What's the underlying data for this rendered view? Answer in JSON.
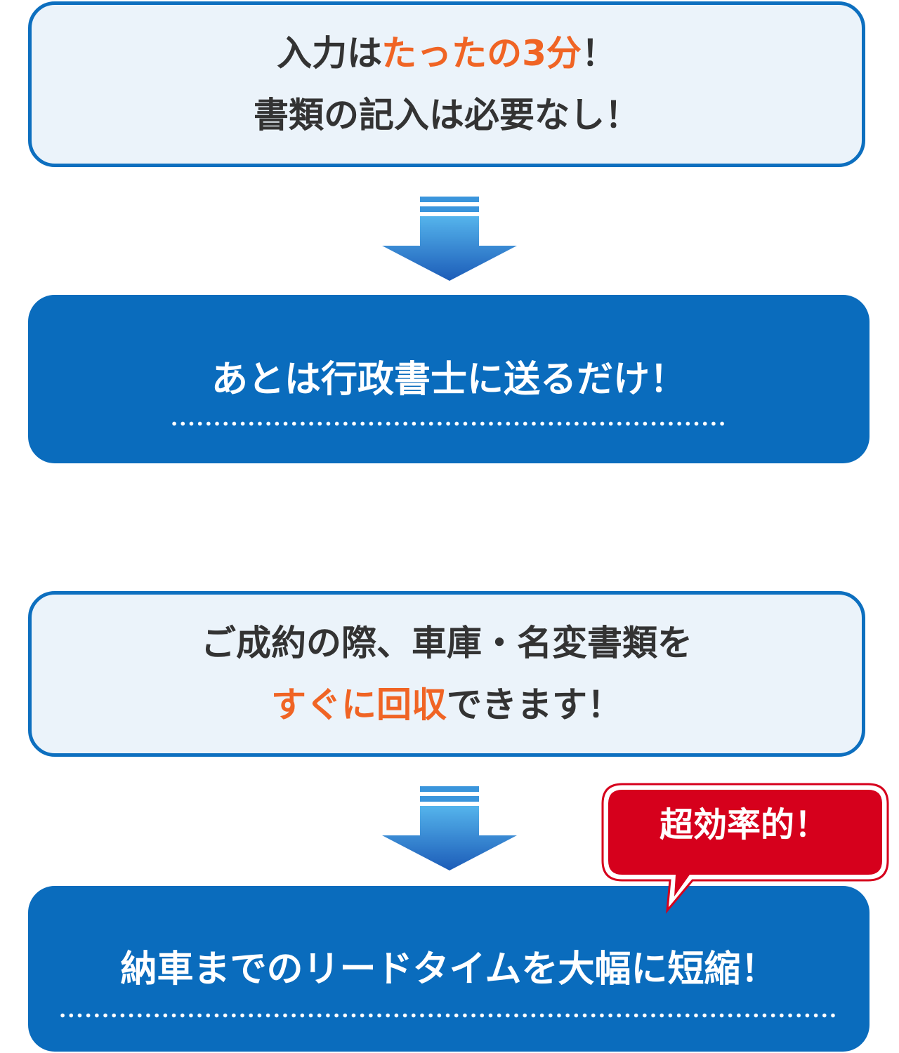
{
  "step1": {
    "line1_prefix": "入力は",
    "line1_highlight": "たったの3分",
    "line1_suffix": "！",
    "line2": "書類の記入は必要なし！"
  },
  "step2": {
    "text": "あとは行政書士に送るだけ！"
  },
  "step3": {
    "line1": "ご成約の際、車庫・名変書類を",
    "line2_highlight": "すぐに回収",
    "line2_suffix": "できます！"
  },
  "badge": {
    "text": "超効率的！"
  },
  "step4": {
    "text": "納車までのリードタイムを大幅に短縮！"
  },
  "icons": {
    "arrow": "arrow-down-icon"
  },
  "colors": {
    "primary_blue": "#0a6cbd",
    "light_box_bg": "#ebf3fa",
    "accent_orange": "#f06424",
    "badge_red": "#d6001c",
    "text_dark": "#333333"
  }
}
